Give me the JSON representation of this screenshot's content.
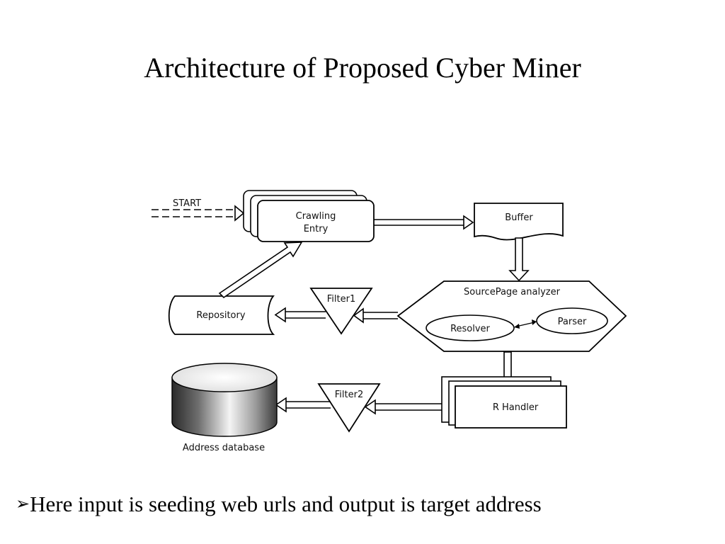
{
  "slide": {
    "title": "Architecture of Proposed Cyber Miner",
    "bullet_marker": "➢",
    "bullet_text": "Here input is seeding web urls and output is target address"
  },
  "diagram": {
    "start_label": "START",
    "crawling_entry_line1": "Crawling",
    "crawling_entry_line2": "Entry",
    "buffer_label": "Buffer",
    "analyzer_label": "SourcePage analyzer",
    "resolver_label": "Resolver",
    "parser_label": "Parser",
    "filter1_label": "Filter1",
    "repository_label": "Repository",
    "filter2_label": "Filter2",
    "handler_label": "R Handler",
    "database_label": "Address database"
  }
}
